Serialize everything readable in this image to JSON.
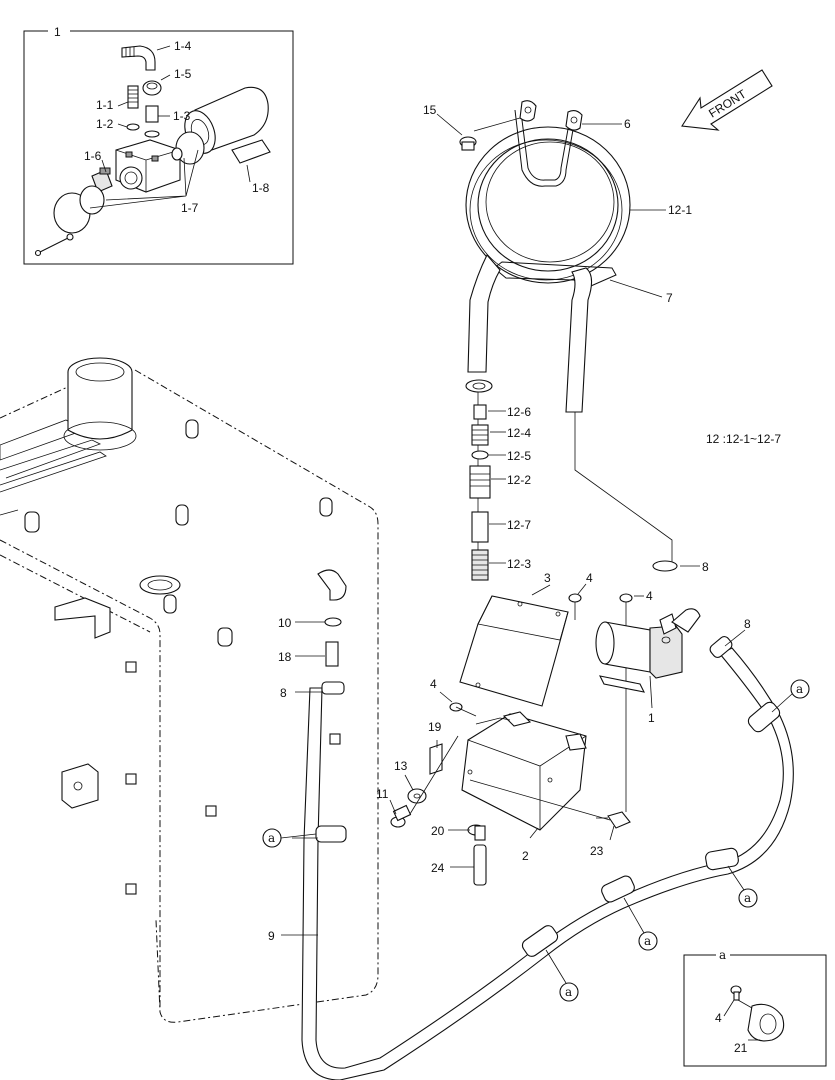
{
  "header": {
    "inset_number": "1",
    "detail_letter": "a",
    "front_label": "FRONT",
    "note": "12 :12-1~12-7"
  },
  "callouts": {
    "c1_4": "1-4",
    "c1_5": "1-5",
    "c1_1": "1-1",
    "c1_3": "1-3",
    "c1_2": "1-2",
    "c1_6": "1-6",
    "c1_7": "1-7",
    "c1_8": "1-8",
    "c15": "15",
    "c6": "6",
    "c12_1": "12-1",
    "c7": "7",
    "c12_6": "12-6",
    "c12_4": "12-4",
    "c12_5": "12-5",
    "c12_2": "12-2",
    "c12_7": "12-7",
    "c12_3": "12-3",
    "c3": "3",
    "c4a": "4",
    "c4b": "4",
    "c4c": "4",
    "c8a": "8",
    "c8b": "8",
    "c8c": "8",
    "c10": "10",
    "c18": "18",
    "c1": "1",
    "c19": "19",
    "c13": "13",
    "c11": "11",
    "c20": "20",
    "c2": "2",
    "c23": "23",
    "c24": "24",
    "c9": "9",
    "c4d": "4",
    "c21": "21"
  },
  "clamp_markers": {
    "a1": "a",
    "a2": "a",
    "a3": "a",
    "a4": "a",
    "a5": "a"
  }
}
